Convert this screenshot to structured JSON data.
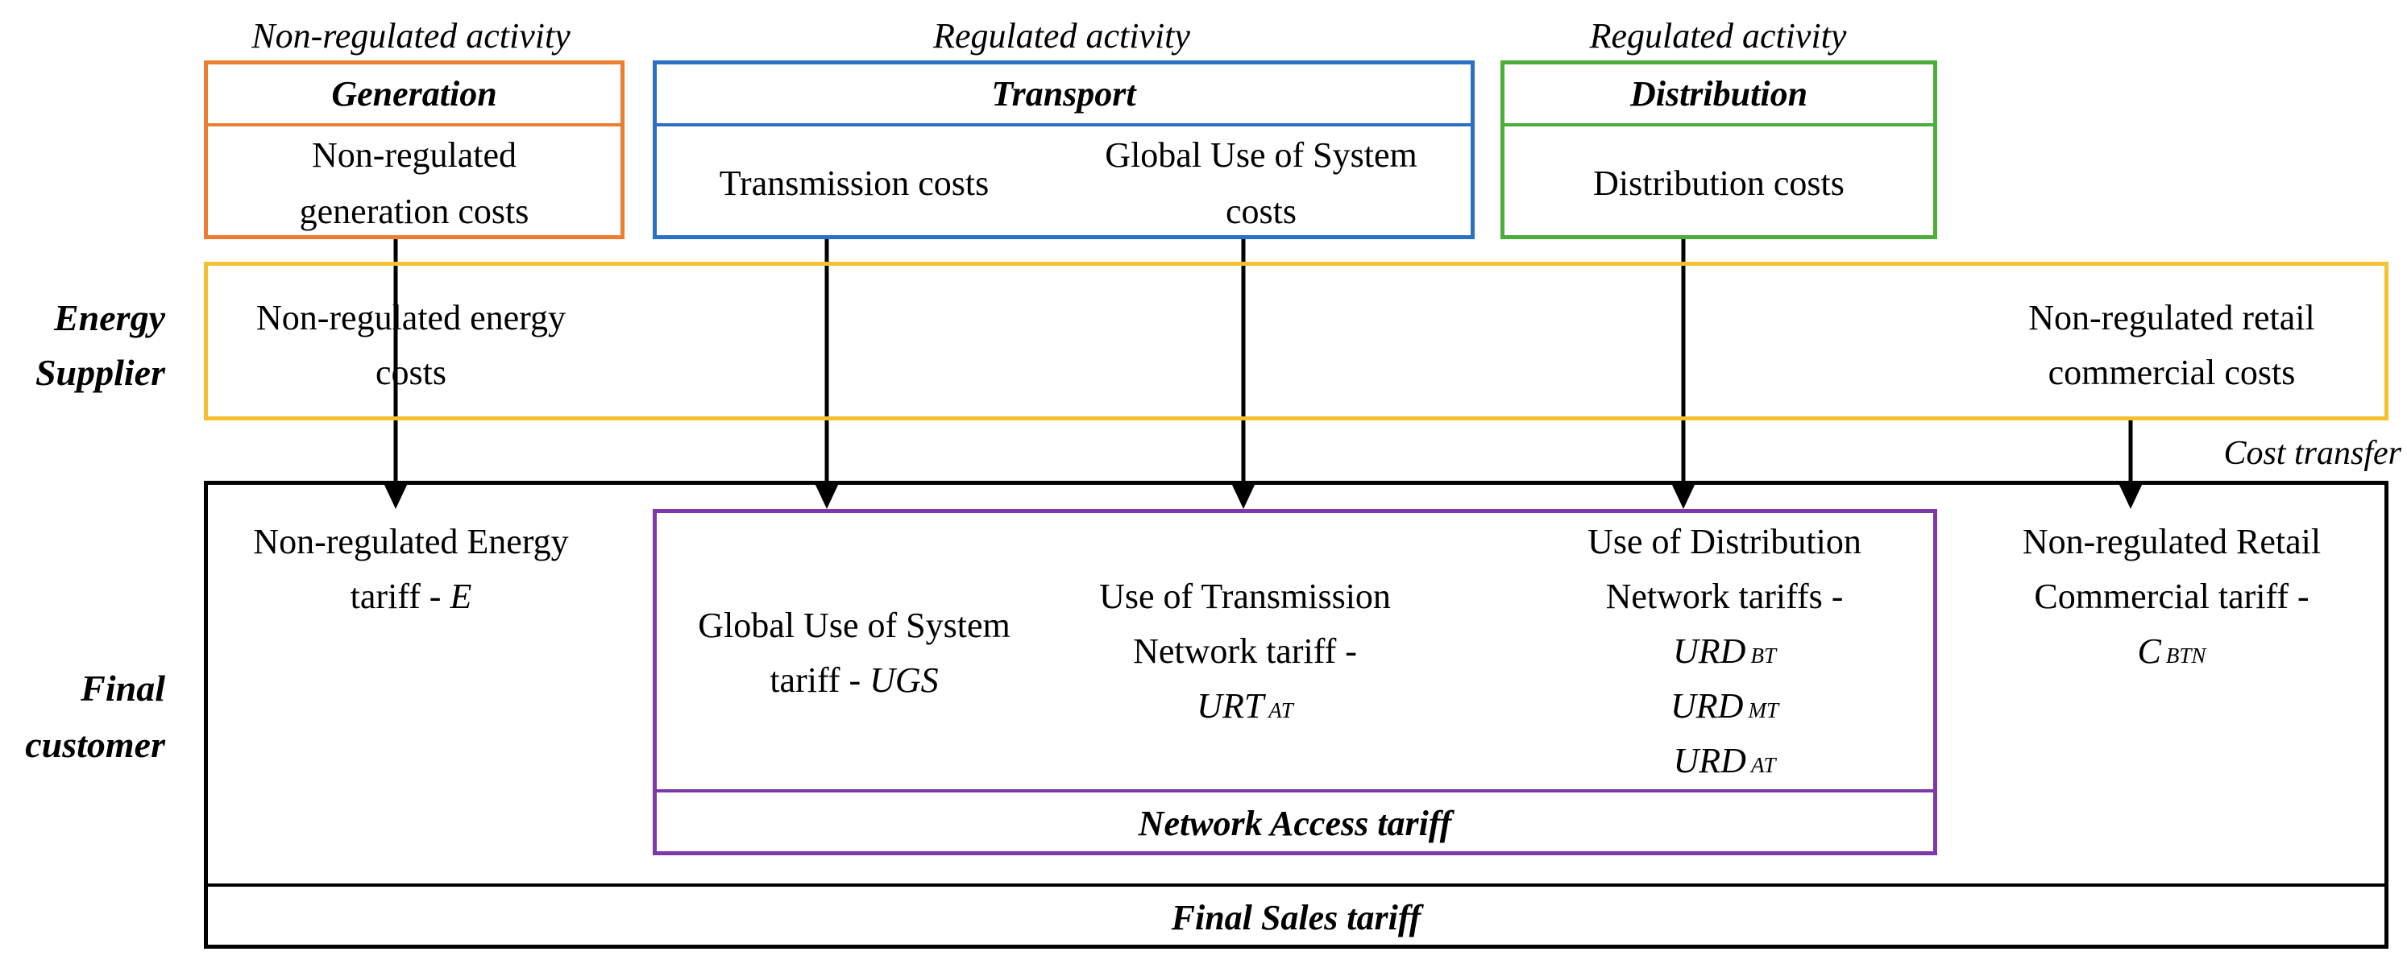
{
  "colors": {
    "generation": "#ed7d31",
    "transport": "#2a70c4",
    "distribution": "#4cad3a",
    "supplier": "#f7c030",
    "network_access": "#7e39a8",
    "final": "#000000"
  },
  "top_boxes": {
    "generation": {
      "caption": "Non-regulated activity",
      "title": "Generation",
      "line1": "Non-regulated",
      "line2": "generation costs"
    },
    "transport": {
      "caption": "Regulated activity",
      "title": "Transport",
      "transmission": "Transmission costs",
      "gus_line1": "Global Use of System",
      "gus_line2": "costs"
    },
    "distribution": {
      "caption": "Regulated activity",
      "title": "Distribution",
      "costs": "Distribution costs"
    }
  },
  "supplier": {
    "side_line1": "Energy",
    "side_line2": "Supplier",
    "energy_line1": "Non-regulated energy",
    "energy_line2": "costs",
    "retail_line1": "Non-regulated retail",
    "retail_line2": "commercial costs",
    "cost_transfer": "Cost transfer"
  },
  "final_customer": {
    "side_line1": "Final",
    "side_line2": "customer",
    "energy_tariff_line1": "Non-regulated Energy",
    "energy_tariff_line2": "tariff - ",
    "energy_tariff_symbol": "E",
    "ugs_line1": "Global Use of System",
    "ugs_line2": "tariff - ",
    "ugs_symbol": "UGS",
    "urt_line1": "Use of Transmission",
    "urt_line2": "Network tariff -",
    "urt_symbol": "URT",
    "urt_sub": "AT",
    "urd_line1": "Use of Distribution",
    "urd_line2": "Network tariffs -",
    "urd_symbol": "URD",
    "urd_sub_bt": "BT",
    "urd_sub_mt": "MT",
    "urd_sub_at": "AT",
    "retail_line1": "Non-regulated Retail",
    "retail_line2": "Commercial tariff -",
    "retail_symbol": "C",
    "retail_sub": "BTN",
    "network_access": "Network Access tariff",
    "final_sales": "Final Sales tariff"
  }
}
